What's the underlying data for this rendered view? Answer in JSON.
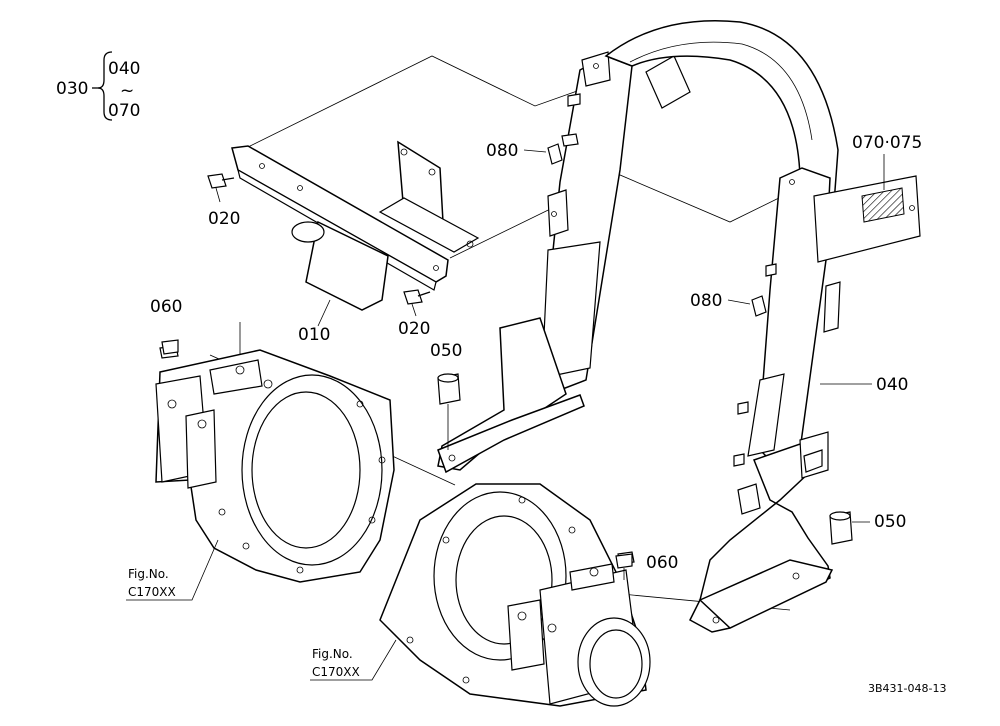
{
  "callouts": {
    "range_start": "030",
    "range_top": "040",
    "range_tilde": "~",
    "range_bottom": "070",
    "c010": "010",
    "c020a": "020",
    "c020b": "020",
    "c040": "040",
    "c050a": "050",
    "c050b": "050",
    "c060a": "060",
    "c060b": "060",
    "c070_075": "070·075",
    "c080a": "080",
    "c080b": "080"
  },
  "fig_refs": {
    "a_line1": "Fig.No.",
    "a_line2": "C170XX",
    "b_line1": "Fig.No.",
    "b_line2": "C170XX"
  },
  "drawing_code": "3B431-048-13"
}
